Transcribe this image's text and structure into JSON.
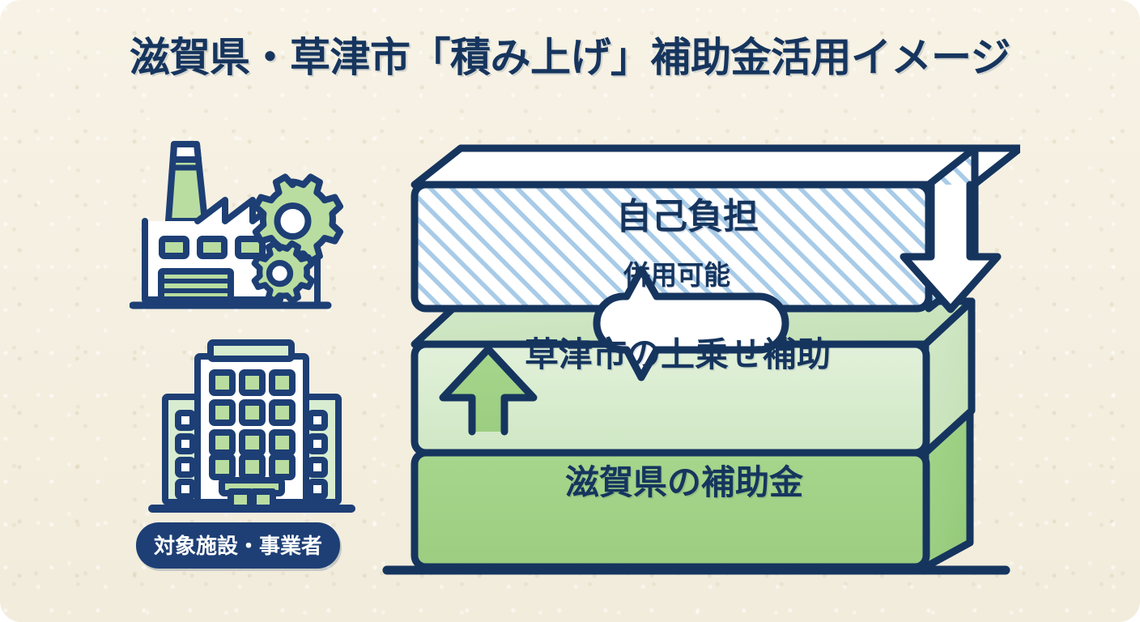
{
  "page": {
    "title": "滋賀県・草津市「積み上げ」補助金活用イメージ",
    "background_color": "#f4efe0",
    "ink_color": "#16355e"
  },
  "left_panel": {
    "factory_icon": "factory-icon",
    "building_icon": "office-building-icon",
    "badge_label": "対象施設・事業者",
    "badge_background": "#1d3f75",
    "badge_text_color": "#ffffff"
  },
  "stack": {
    "ground_line_color": "#16355e",
    "blocks": [
      {
        "id": "self-burden",
        "label": "自己負担",
        "fill": "#ffffff",
        "pattern": "diagonal-hatch",
        "pattern_color": "#a8cbe8",
        "arrow": "down-arrow",
        "arrow_fill": "#ffffff"
      },
      {
        "id": "city-subsidy",
        "label": "草津市の上乗せ補助",
        "fill": "#d8ecd0",
        "pattern": "none",
        "arrow": "up-arrow",
        "arrow_fill": "#9ed080"
      },
      {
        "id": "prefecture-subsidy",
        "label": "滋賀県の補助金",
        "fill": "#9ed284",
        "pattern": "none",
        "arrow": "none",
        "arrow_fill": ""
      }
    ],
    "callout": {
      "text": "併用可能",
      "fill": "#ffffff",
      "border": "#16355e"
    }
  }
}
